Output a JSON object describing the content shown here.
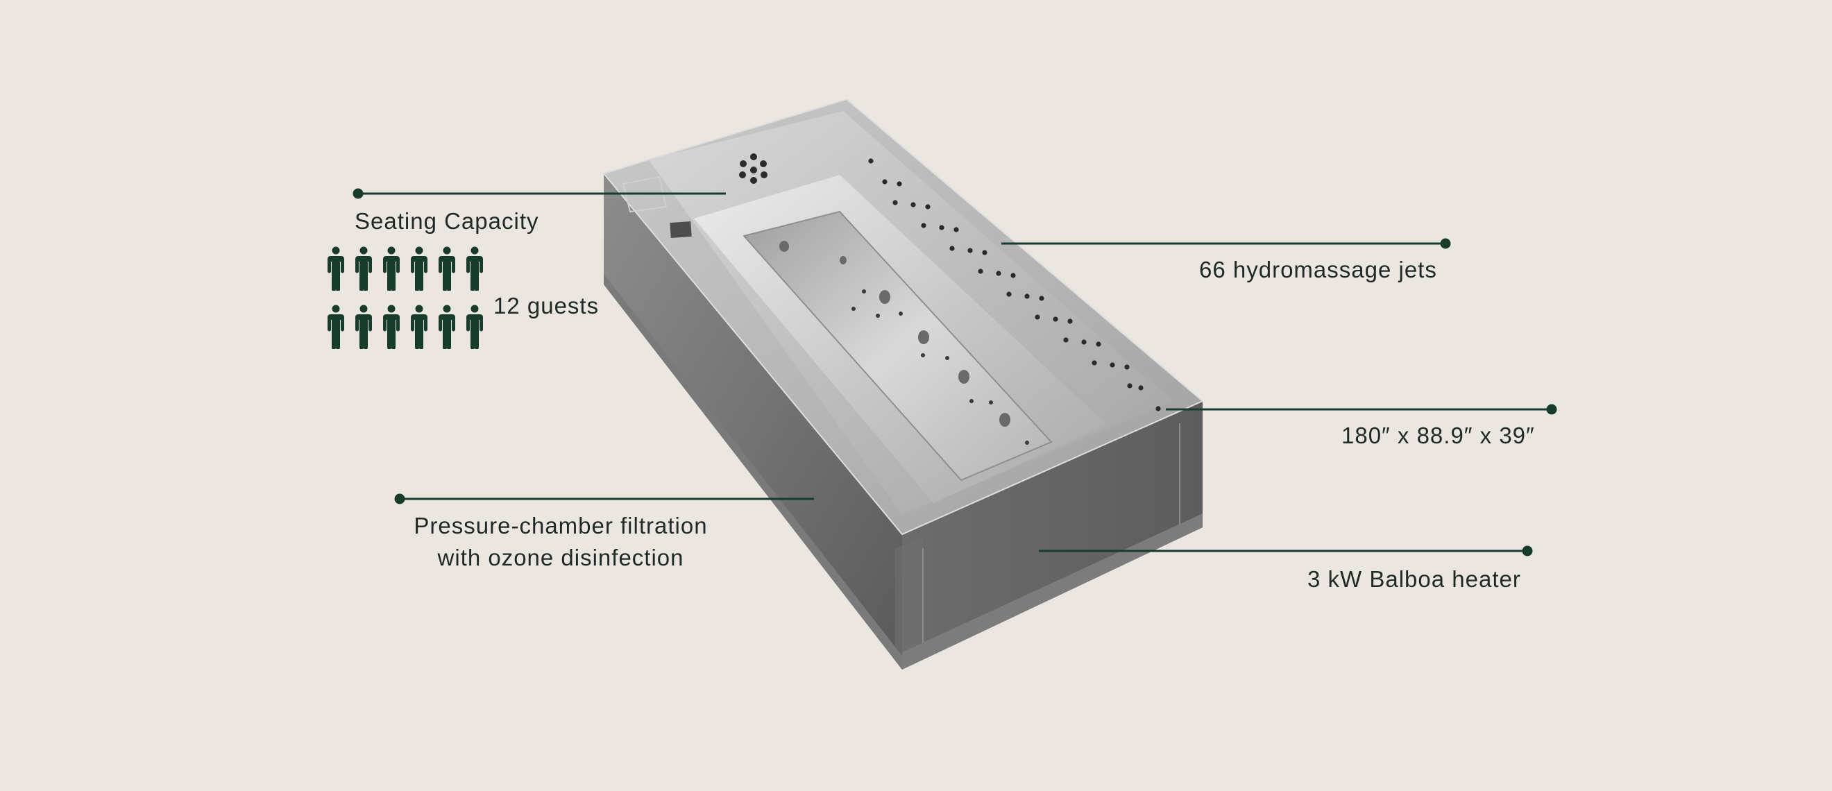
{
  "product": {
    "name": "outdoor hydromassage spa",
    "colors": {
      "background": "#ebe6e0",
      "accent": "#173b2c",
      "text": "#1f2a26",
      "steel_light": "#d3d3d3",
      "steel_dark": "#6e6e6e"
    }
  },
  "features": {
    "seating": {
      "title": "Seating Capacity",
      "count_label": "12 guests",
      "guest_count": 12,
      "icon": "person-icon"
    },
    "jets": {
      "label": "66 hydromassage jets"
    },
    "dimensions": {
      "label": "180″ x 88.9″ x 39″"
    },
    "filtration": {
      "line1": "Pressure-chamber filtration",
      "line2": "with ozone disinfection"
    },
    "heater": {
      "label": "3 kW Balboa heater"
    }
  }
}
